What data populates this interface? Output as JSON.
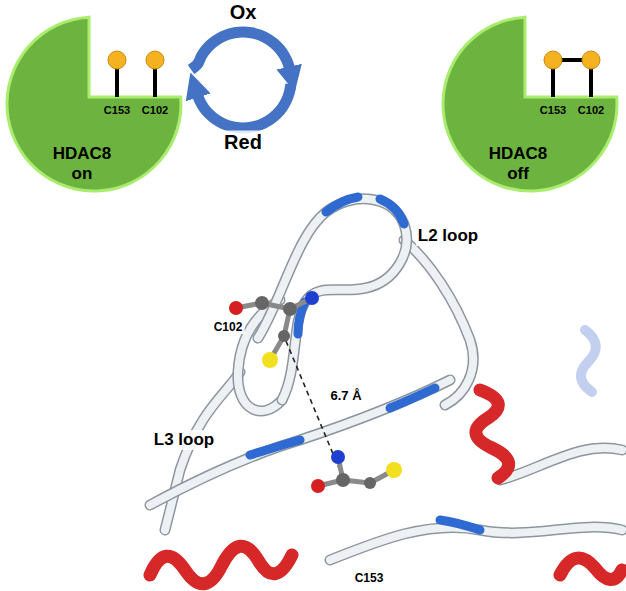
{
  "diagram": {
    "nodes": [
      {
        "text": [
          "C153",
          "C102",
          "HDAC8 on"
        ]
      },
      {
        "text": [
          "C153",
          "C102",
          "HDAC8 off"
        ]
      }
    ],
    "edges": [
      {
        "from": 0,
        "to": 1,
        "arrow": "to",
        "label": "Ox"
      },
      {
        "from": 1,
        "to": 0,
        "arrow": "to",
        "label": "Red"
      }
    ],
    "labels": [
      "L2 loop",
      "C102",
      "6.7 Å",
      "L3 loop",
      "C153"
    ]
  }
}
